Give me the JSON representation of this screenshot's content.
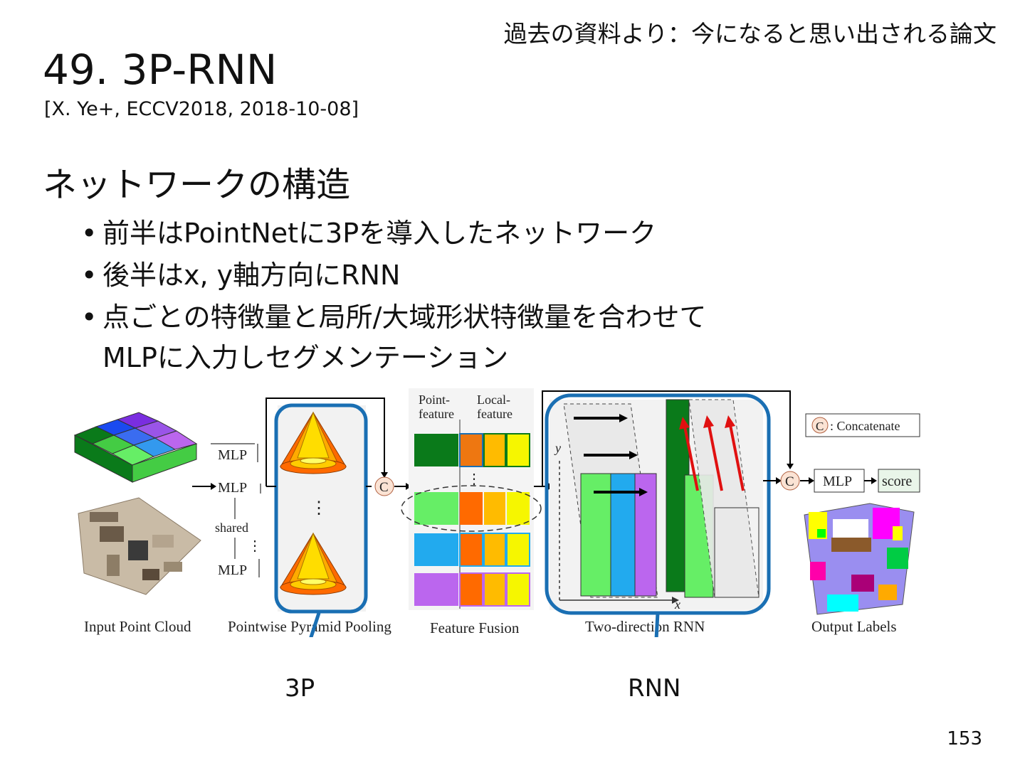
{
  "header": {
    "note": "過去の資料より：今になると思い出される論文"
  },
  "slide": {
    "title": "49. 3P-RNN",
    "citation": "[X. Ye+, ECCV2018, 2018-10-08]",
    "section_heading": "ネットワークの構造",
    "bullet_symbol": "•",
    "bullets": [
      "前半はPointNetに3Pを導入したネットワーク",
      "後半はx, y軸方向にRNN",
      "点ごとの特徴量と局所/大域形状特徴量を合わせて\nMLPに入力しセグメンテーション"
    ],
    "page_number": "153"
  },
  "figure": {
    "stage_labels": {
      "input": "Input Point Cloud",
      "pyramid": "Pointwise Pyramid Pooling",
      "fusion": "Feature Fusion",
      "rnn": "Two-direction RNN",
      "output": "Output Labels"
    },
    "mlp_label": "MLP",
    "shared_label": "shared",
    "concat_symbol": "C",
    "legend_text": ": Concatenate",
    "point_feature_label": "Point-\nfeature",
    "local_feature_label": "Local-\nfeature",
    "score_label": "score",
    "axis_x": "x",
    "axis_y": "y",
    "ellipsis": "⋮",
    "colors": {
      "callout_blue": "#1a6fb3",
      "dark_green": "#0a7a1a",
      "light_green": "#66ee66",
      "cyan": "#22aaee",
      "purple": "#bb66ee",
      "orange": "#ff6a00",
      "amber": "#ffbb00",
      "yellow": "#f6f600",
      "red_arrow": "#e01010"
    }
  },
  "callouts": {
    "pyramid": "3P",
    "rnn": "RNN"
  }
}
